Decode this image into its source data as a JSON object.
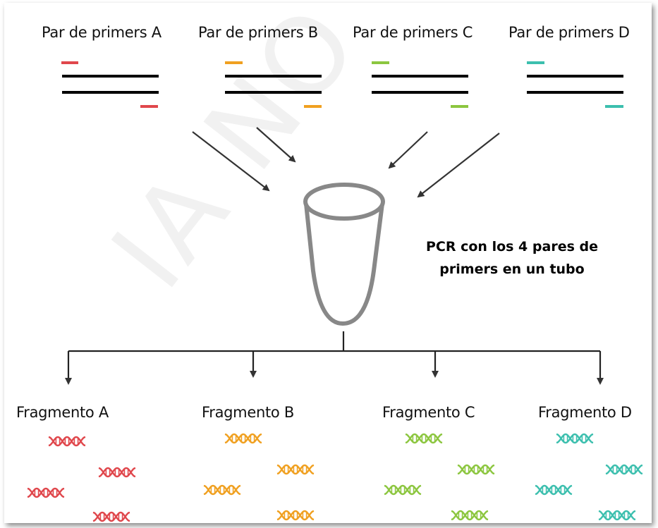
{
  "primer_pairs": [
    {
      "label": "Par de primers A",
      "color": "#e0474c"
    },
    {
      "label": "Par de primers B",
      "color": "#f0a020"
    },
    {
      "label": "Par de primers C",
      "color": "#8cc63f"
    },
    {
      "label": "Par de primers D",
      "color": "#3cbfae"
    }
  ],
  "caption": {
    "line1": "PCR con los 4 pares de",
    "line2": "primers en un tubo"
  },
  "fragments": [
    {
      "label": "Fragmento A",
      "color": "#e0474c"
    },
    {
      "label": "Fragmento B",
      "color": "#f0a020"
    },
    {
      "label": "Fragmento C",
      "color": "#8cc63f"
    },
    {
      "label": "Fragmento D",
      "color": "#3cbfae"
    }
  ],
  "watermark": "IA NO CONTI",
  "colors": {
    "tube": "#888888",
    "dna_strand": "#000000",
    "arrow": "#333333"
  }
}
